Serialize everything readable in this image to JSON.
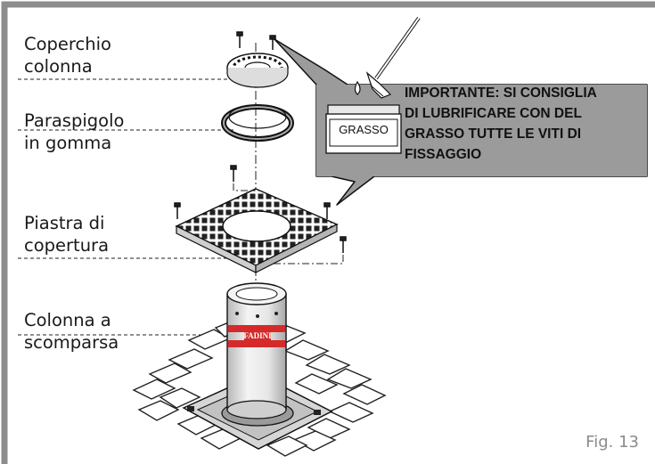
{
  "labels": [
    {
      "line1": "Coperchio",
      "line2": "colonna"
    },
    {
      "line1": "Paraspigolo",
      "line2": "in gomma"
    },
    {
      "line1": "Piastra di",
      "line2": "copertura"
    },
    {
      "line1": "Colonna a",
      "line2": "scomparsa"
    }
  ],
  "callout": {
    "lines": [
      "IMPORTANTE: SI CONSIGLIA",
      "DI LUBRIFICARE CON DEL",
      "GRASSO TUTTE LE VITI DI",
      "FISSAGGIO"
    ],
    "jar_label": "GRASSO"
  },
  "brand": "FADINI",
  "figure_label": "Fig. 13",
  "colors": {
    "frame": "#8c8c8c",
    "callout_fill": "#9b9b9b",
    "brand_red": "#d42a2a",
    "line": "#1a1a1a"
  }
}
